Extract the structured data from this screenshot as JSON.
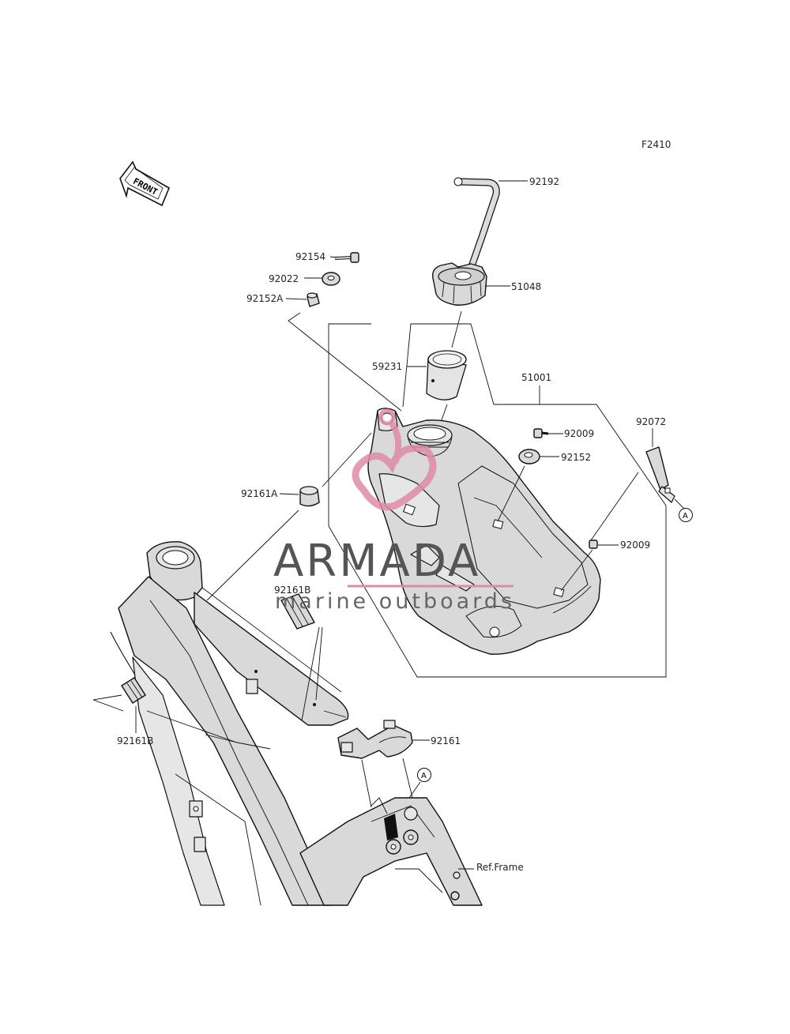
{
  "figure_code": "F2410",
  "front_arrow_text": "FRONT",
  "parts": {
    "p92192": "92192",
    "p92154": "92154",
    "p92022": "92022",
    "p92152A": "92152A",
    "p51048": "51048",
    "p59231": "59231",
    "p51001": "51001",
    "p92009_top": "92009",
    "p92152": "92152",
    "p92072": "92072",
    "p92161A": "92161A",
    "p92009_bottom": "92009",
    "p92161B_center": "92161B",
    "p92161B_left": "92161B",
    "p92161": "92161",
    "ref_frame": "Ref.Frame"
  },
  "callouts": {
    "a_right": "A",
    "a_bottom": "A"
  },
  "watermark": {
    "brand": "ARMADA",
    "tagline": "marine outboards",
    "accent_color": "#e08aa8"
  }
}
